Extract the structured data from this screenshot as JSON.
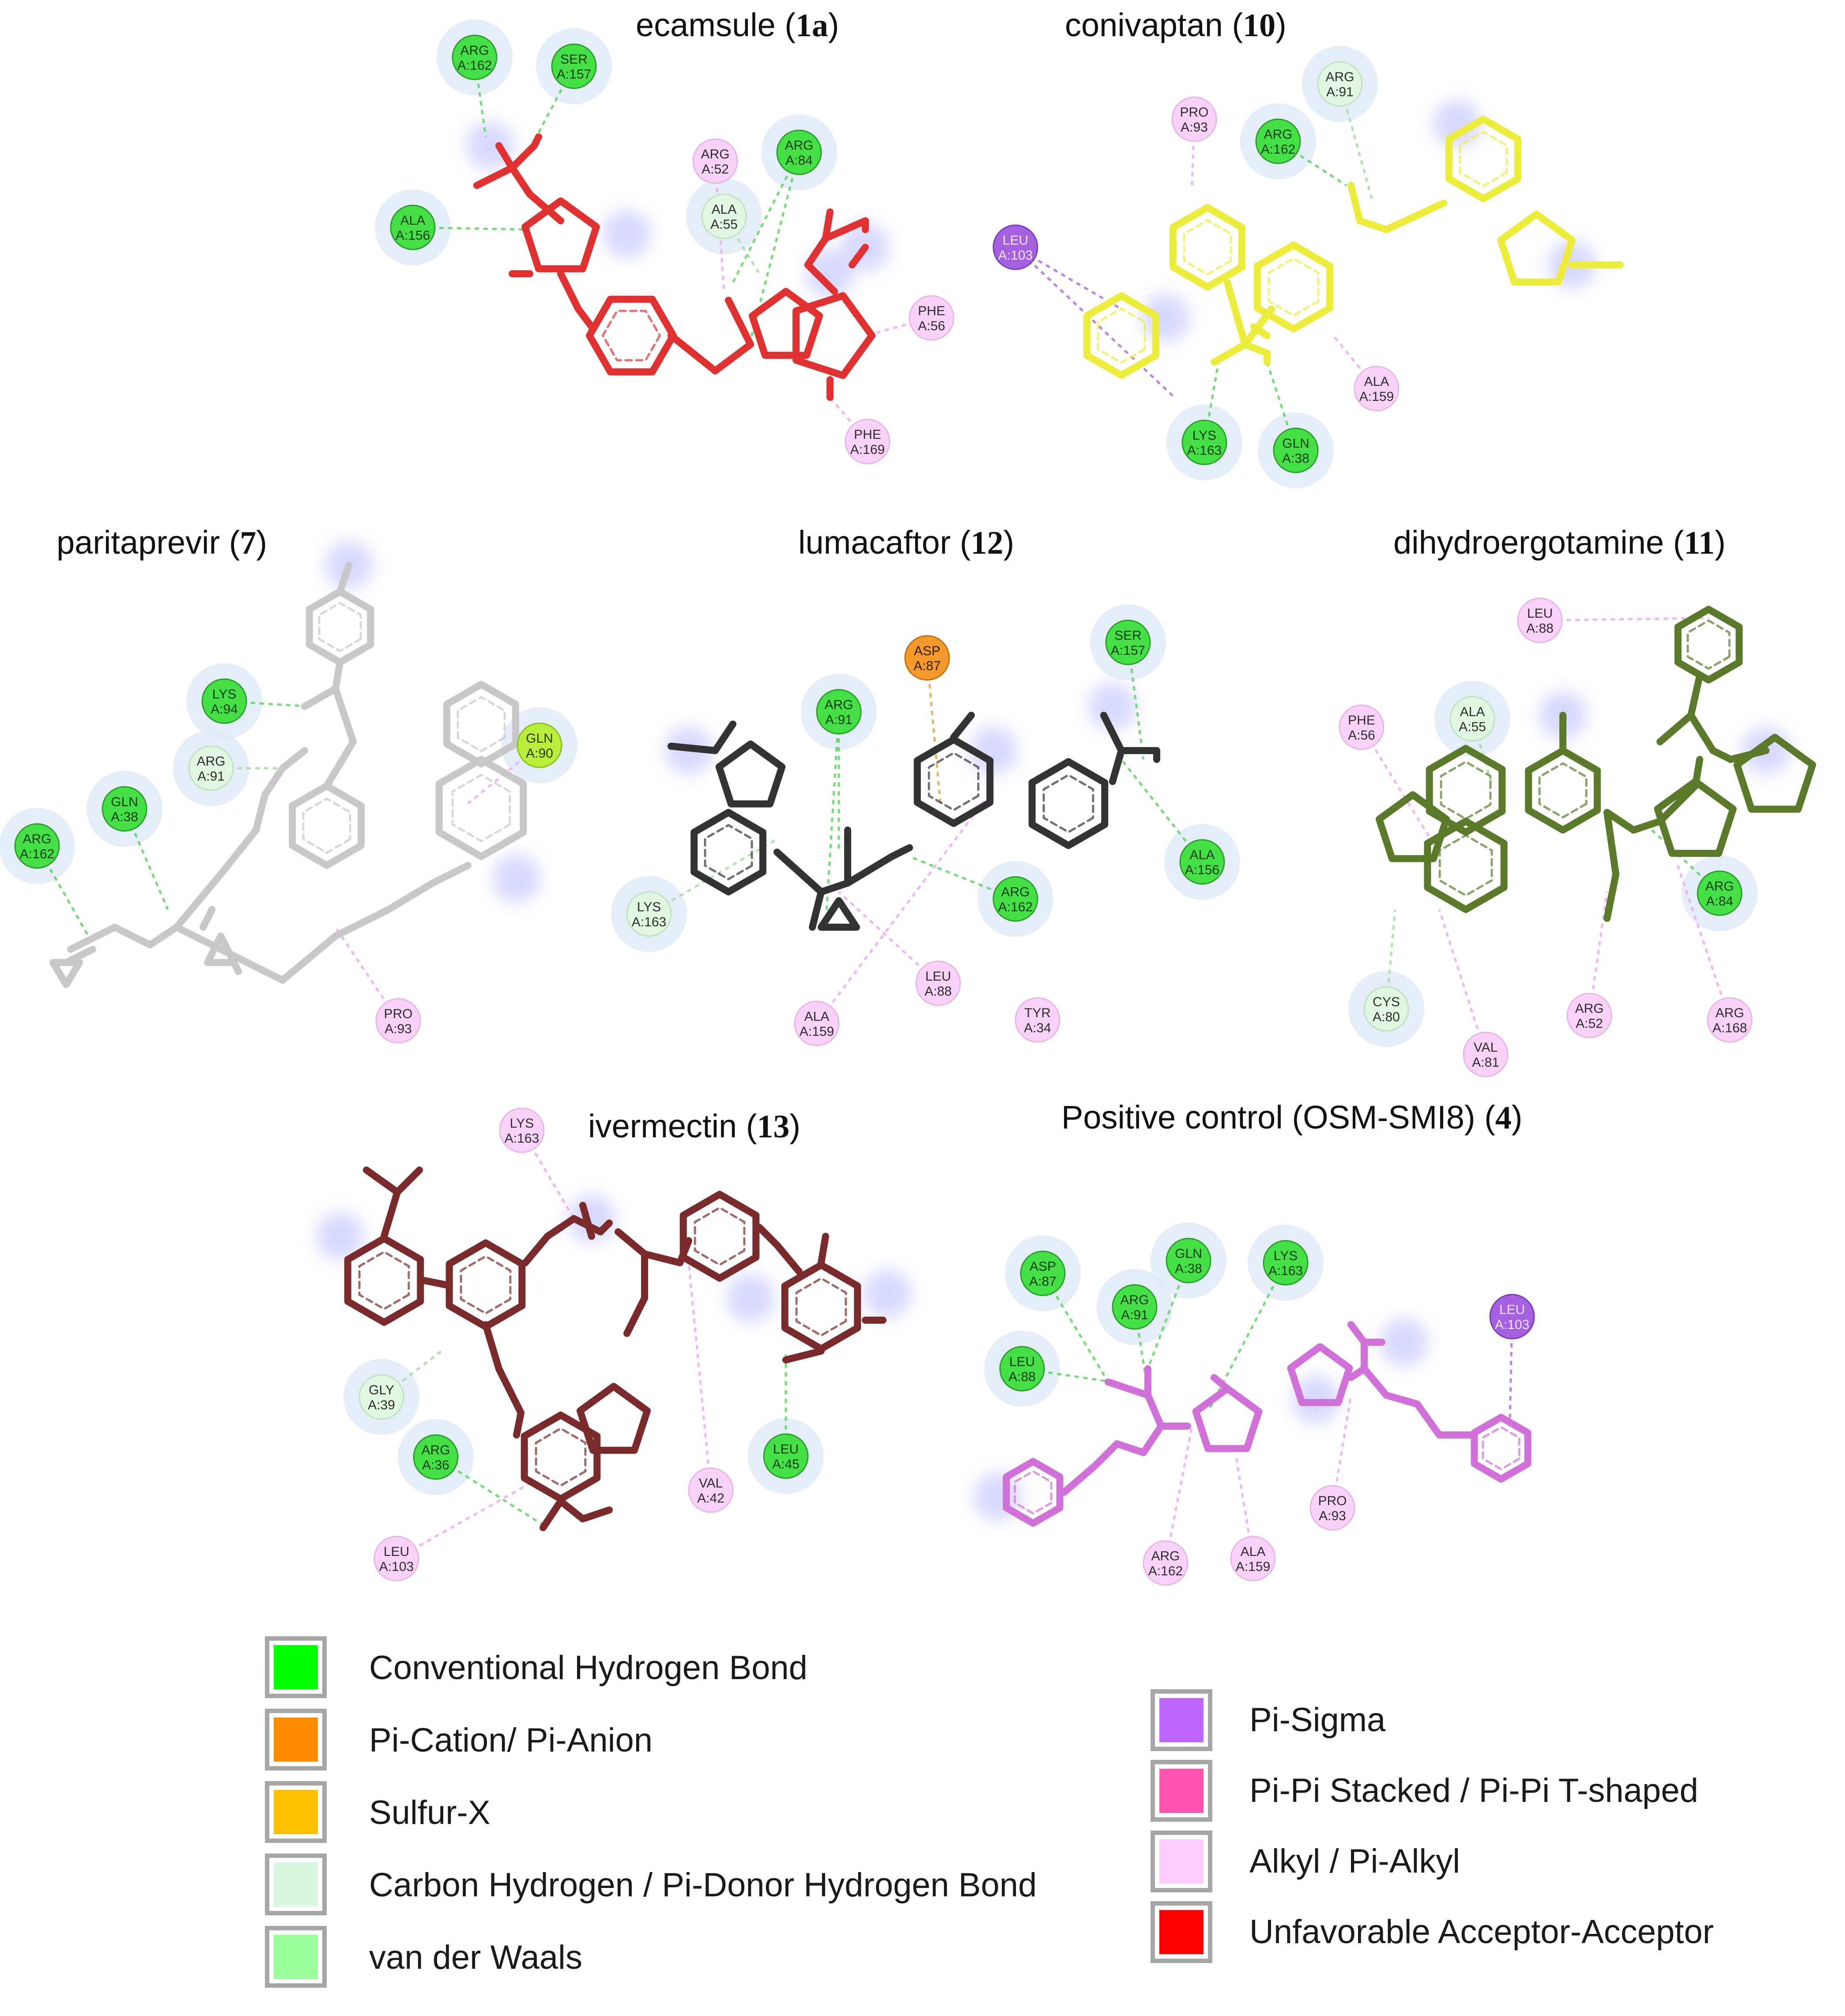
{
  "panels": [
    {
      "id": "ecamsule",
      "name": "ecamsule",
      "num": "1a",
      "color": "#e03030"
    },
    {
      "id": "conivaptan",
      "name": "conivaptan",
      "num": "10",
      "color": "#ecec3a"
    },
    {
      "id": "paritaprevir",
      "name": "paritaprevir",
      "num": "7",
      "color": "#c8c8c8"
    },
    {
      "id": "lumacaftor",
      "name": "lumacaftor",
      "num": "12",
      "color": "#333333"
    },
    {
      "id": "dihydroergotamine",
      "name": "dihydroergotamine",
      "num": "11",
      "color": "#5a7a2a"
    },
    {
      "id": "ivermectin",
      "name": "ivermectin",
      "num": "13",
      "color": "#7a2a2a"
    },
    {
      "id": "control",
      "name": "Positive control (OSM-SMI8)",
      "num": "4",
      "color": "#d070d8"
    }
  ],
  "residues": {
    "ecamsule": [
      {
        "t": "ARG",
        "p": "A:162",
        "k": "hb"
      },
      {
        "t": "SER",
        "p": "A:157",
        "k": "hb"
      },
      {
        "t": "ARG",
        "p": "A:52",
        "k": "alk"
      },
      {
        "t": "ARG",
        "p": "A:84",
        "k": "hb"
      },
      {
        "t": "ALA",
        "p": "A:156",
        "k": "hb"
      },
      {
        "t": "ALA",
        "p": "A:55",
        "k": "ch"
      },
      {
        "t": "PHE",
        "p": "A:56",
        "k": "alk"
      },
      {
        "t": "PHE",
        "p": "A:169",
        "k": "alk"
      }
    ],
    "conivaptan": [
      {
        "t": "ARG",
        "p": "A:91",
        "k": "ch"
      },
      {
        "t": "PRO",
        "p": "A:93",
        "k": "alk"
      },
      {
        "t": "ARG",
        "p": "A:162",
        "k": "hb"
      },
      {
        "t": "LEU",
        "p": "A:103",
        "k": "sig"
      },
      {
        "t": "ALA",
        "p": "A:159",
        "k": "alk"
      },
      {
        "t": "LYS",
        "p": "A:163",
        "k": "hb"
      },
      {
        "t": "GLN",
        "p": "A:38",
        "k": "hb"
      }
    ],
    "paritaprevir": [
      {
        "t": "LYS",
        "p": "A:94",
        "k": "hb"
      },
      {
        "t": "ARG",
        "p": "A:91",
        "k": "ch"
      },
      {
        "t": "GLN",
        "p": "A:90",
        "k": "vdw"
      },
      {
        "t": "GLN",
        "p": "A:38",
        "k": "hb"
      },
      {
        "t": "ARG",
        "p": "A:162",
        "k": "hb"
      },
      {
        "t": "PRO",
        "p": "A:93",
        "k": "alk"
      }
    ],
    "lumacaftor": [
      {
        "t": "ASP",
        "p": "A:87",
        "k": "cat"
      },
      {
        "t": "SER",
        "p": "A:157",
        "k": "hb"
      },
      {
        "t": "ARG",
        "p": "A:91",
        "k": "hb"
      },
      {
        "t": "ALA",
        "p": "A:156",
        "k": "hb"
      },
      {
        "t": "ARG",
        "p": "A:162",
        "k": "hb"
      },
      {
        "t": "LYS",
        "p": "A:163",
        "k": "ch"
      },
      {
        "t": "LEU",
        "p": "A:88",
        "k": "alk"
      },
      {
        "t": "ALA",
        "p": "A:159",
        "k": "alk"
      },
      {
        "t": "TYR",
        "p": "A:34",
        "k": "alk"
      }
    ],
    "dihydroergotamine": [
      {
        "t": "LEU",
        "p": "A:88",
        "k": "alk"
      },
      {
        "t": "PHE",
        "p": "A:56",
        "k": "alk"
      },
      {
        "t": "ALA",
        "p": "A:55",
        "k": "ch"
      },
      {
        "t": "ARG",
        "p": "A:84",
        "k": "hb"
      },
      {
        "t": "CYS",
        "p": "A:80",
        "k": "ch"
      },
      {
        "t": "ARG",
        "p": "A:52",
        "k": "alk"
      },
      {
        "t": "ARG",
        "p": "A:168",
        "k": "alk"
      },
      {
        "t": "VAL",
        "p": "A:81",
        "k": "alk"
      }
    ],
    "ivermectin": [
      {
        "t": "LYS",
        "p": "A:163",
        "k": "alk"
      },
      {
        "t": "GLY",
        "p": "A:39",
        "k": "ch"
      },
      {
        "t": "ARG",
        "p": "A:36",
        "k": "hb"
      },
      {
        "t": "LEU",
        "p": "A:45",
        "k": "hb"
      },
      {
        "t": "VAL",
        "p": "A:42",
        "k": "alk"
      },
      {
        "t": "LEU",
        "p": "A:103",
        "k": "alk"
      }
    ],
    "control": [
      {
        "t": "ASP",
        "p": "A:87",
        "k": "hb"
      },
      {
        "t": "GLN",
        "p": "A:38",
        "k": "hb"
      },
      {
        "t": "LYS",
        "p": "A:163",
        "k": "hb"
      },
      {
        "t": "ARG",
        "p": "A:91",
        "k": "hb"
      },
      {
        "t": "LEU",
        "p": "A:103",
        "k": "sig"
      },
      {
        "t": "LEU",
        "p": "A:88",
        "k": "hb"
      },
      {
        "t": "PRO",
        "p": "A:93",
        "k": "alk"
      },
      {
        "t": "ARG",
        "p": "A:162",
        "k": "alk"
      },
      {
        "t": "ALA",
        "p": "A:159",
        "k": "alk"
      }
    ]
  },
  "legend": {
    "left": [
      {
        "label": "Conventional Hydrogen Bond",
        "color": "#00ff00"
      },
      {
        "label": "Pi-Cation/ Pi-Anion",
        "color": "#ff8c00"
      },
      {
        "label": "Sulfur-X",
        "color": "#ffc000"
      },
      {
        "label": "Carbon Hydrogen / Pi-Donor Hydrogen Bond",
        "color": "#d9f7e0"
      },
      {
        "label": "van der Waals",
        "color": "#99ff99"
      }
    ],
    "right": [
      {
        "label": "Pi-Sigma",
        "color": "#bf66ff"
      },
      {
        "label": "Pi-Pi Stacked / Pi-Pi T-shaped",
        "color": "#ff55b0"
      },
      {
        "label": "Alkyl / Pi-Alkyl",
        "color": "#ffccff"
      },
      {
        "label": "Unfavorable Acceptor-Acceptor",
        "color": "#ff0000"
      }
    ]
  },
  "residue_colors": {
    "hb": {
      "fill": "#45e045",
      "stroke": "#2aa02a",
      "text": "#0d3d0d"
    },
    "ch": {
      "fill": "#e2f7e2",
      "stroke": "#bfe3bf",
      "text": "#2d2d2d"
    },
    "alk": {
      "fill": "#f8d2f8",
      "stroke": "#e8b5e8",
      "text": "#2d2d2d"
    },
    "sig": {
      "fill": "#a560e0",
      "stroke": "#7a3fb8",
      "text": "#f0e6ff"
    },
    "cat": {
      "fill": "#f39a2a",
      "stroke": "#c07010",
      "text": "#3a1d00"
    },
    "vdw": {
      "fill": "#b9ef3a",
      "stroke": "#8ac020",
      "text": "#2d3d00"
    }
  }
}
